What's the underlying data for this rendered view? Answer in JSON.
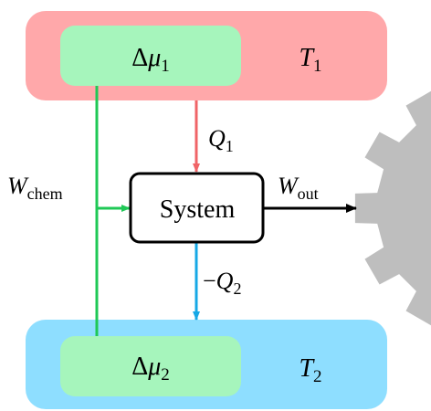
{
  "colors": {
    "hot_reservoir": "#FFA8AA",
    "cold_reservoir": "#8EDEFF",
    "chem_box": "#A6F5BC",
    "chem_line": "#1FC856",
    "heat_in_arrow": "#F06467",
    "heat_out_arrow": "#16A8E6",
    "gear": "#BEBEBE",
    "system_border": "#000000"
  },
  "hot_reservoir": {
    "mu_label": {
      "delta": "Δ",
      "symbol": "μ",
      "subscript": "1"
    },
    "temp_label": {
      "symbol": "T",
      "subscript": "1"
    }
  },
  "cold_reservoir": {
    "mu_label": {
      "delta": "Δ",
      "symbol": "μ",
      "subscript": "2"
    },
    "temp_label": {
      "symbol": "T",
      "subscript": "2"
    }
  },
  "system": {
    "label": "System"
  },
  "heat_in": {
    "symbol": "Q",
    "subscript": "1"
  },
  "heat_out": {
    "sign": "−",
    "symbol": "Q",
    "subscript": "2"
  },
  "work_chem": {
    "symbol": "W",
    "subscript": "chem"
  },
  "work_out": {
    "symbol": "W",
    "subscript": "out"
  },
  "gear": {
    "icon": "gear-icon"
  }
}
